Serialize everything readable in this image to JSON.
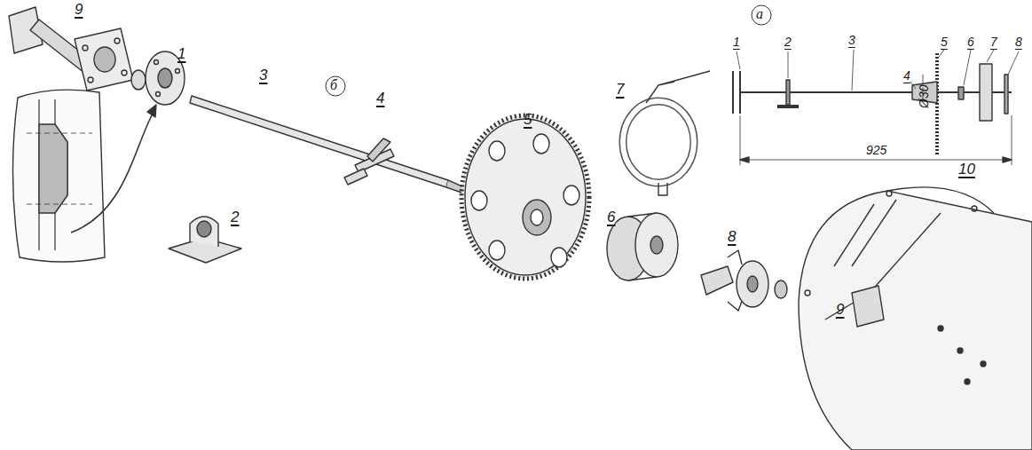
{
  "diagram": {
    "labels": [
      "9",
      "1",
      "3",
      "б",
      "4",
      "5",
      "2",
      "7",
      "6",
      "8",
      "9",
      "10",
      "а",
      "1",
      "2",
      "3",
      "4",
      "5",
      "6",
      "7",
      "8",
      "Ø30",
      "925"
    ]
  }
}
